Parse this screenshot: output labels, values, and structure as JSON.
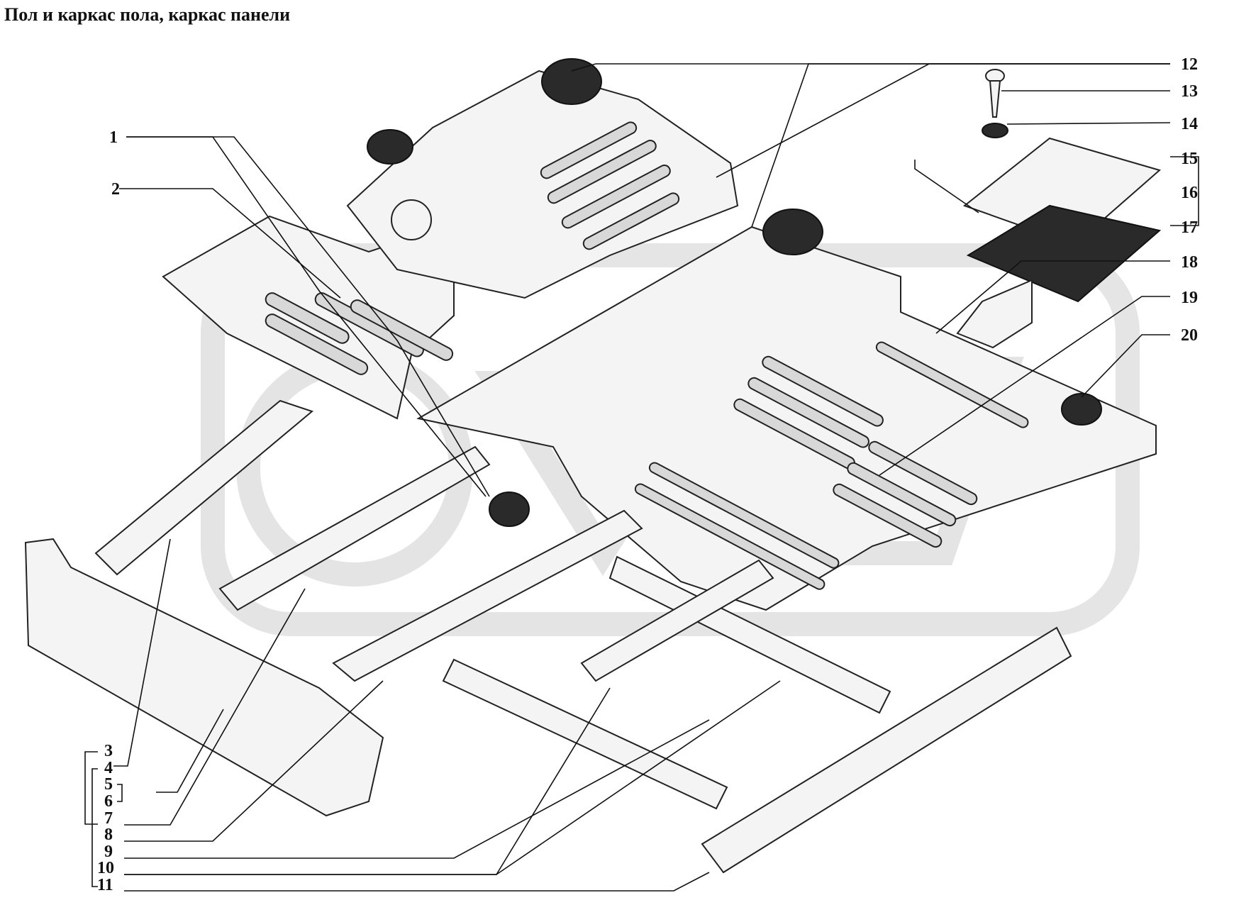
{
  "title": "Пол и каркас пола, каркас панели",
  "callouts": [
    "1",
    "2",
    "3",
    "4",
    "5",
    "6",
    "7",
    "8",
    "9",
    "10",
    "11",
    "12",
    "13",
    "14",
    "15",
    "16",
    "17",
    "18",
    "19",
    "20"
  ]
}
